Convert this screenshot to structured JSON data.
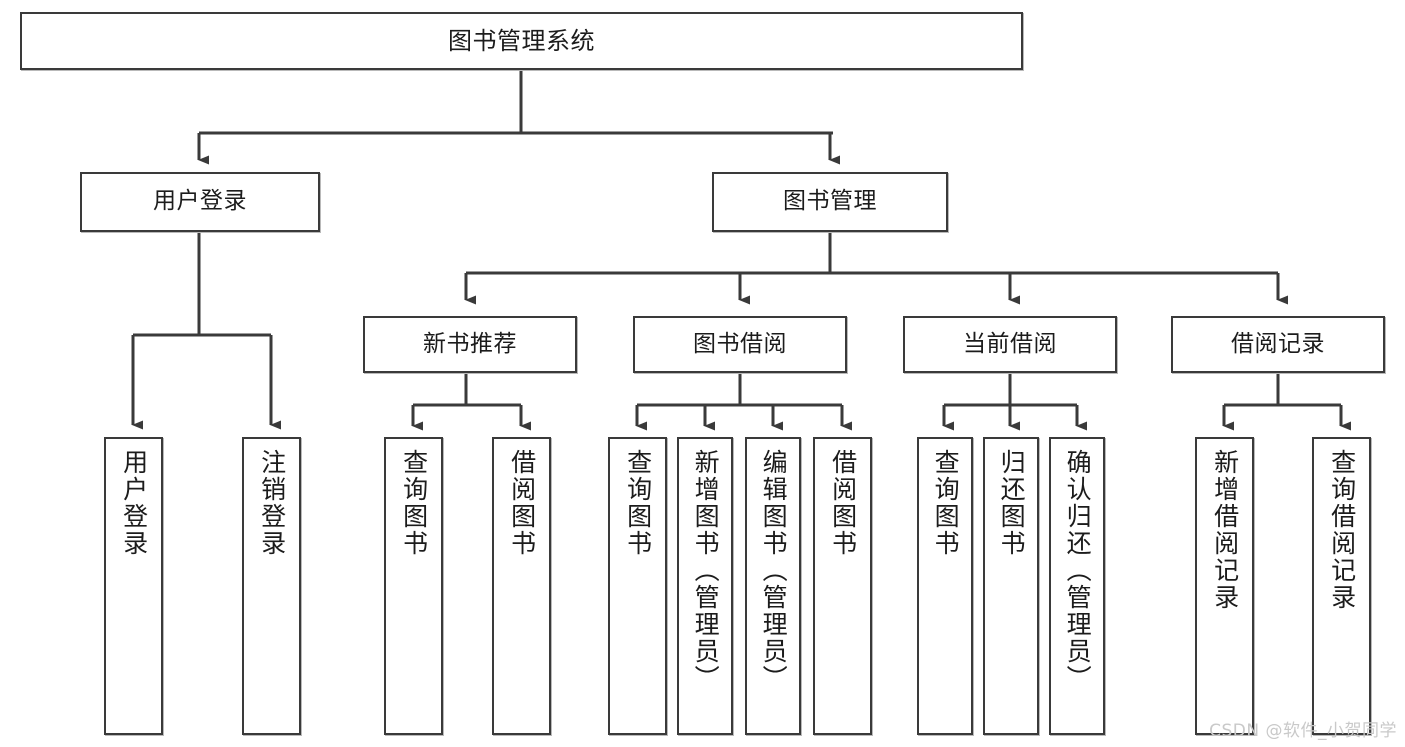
{
  "diagram": {
    "type": "tree",
    "title": "图书管理系统",
    "orientation": "top-down",
    "line_color": "#3a3a3a",
    "box_fill": "#ffffff",
    "text_color": "#1c1c1c",
    "nodes": {
      "root": {
        "label": "图书管理系统"
      },
      "level2": [
        {
          "label": "用户登录"
        },
        {
          "label": "图书管理"
        }
      ],
      "level3": [
        {
          "label": "新书推荐"
        },
        {
          "label": "图书借阅"
        },
        {
          "label": "当前借阅"
        },
        {
          "label": "借阅记录"
        }
      ],
      "leaves": {
        "user_login": [
          {
            "label": "用户登录"
          },
          {
            "label": "注销登录"
          }
        ],
        "new_book_recommend": [
          {
            "label": "查询图书"
          },
          {
            "label": "借阅图书"
          }
        ],
        "book_borrow": [
          {
            "label": "查询图书"
          },
          {
            "label": "新增图书（管理员）"
          },
          {
            "label": "编辑图书（管理员）"
          },
          {
            "label": "借阅图书"
          }
        ],
        "current_borrow": [
          {
            "label": "查询图书"
          },
          {
            "label": "归还图书"
          },
          {
            "label": "确认归还（管理员）"
          }
        ],
        "borrow_record": [
          {
            "label": "新增借阅记录"
          },
          {
            "label": "查询借阅记录"
          }
        ]
      }
    }
  },
  "watermark": {
    "text": "CSDN @软件_小贺同学",
    "color": "#c9c9c9"
  }
}
